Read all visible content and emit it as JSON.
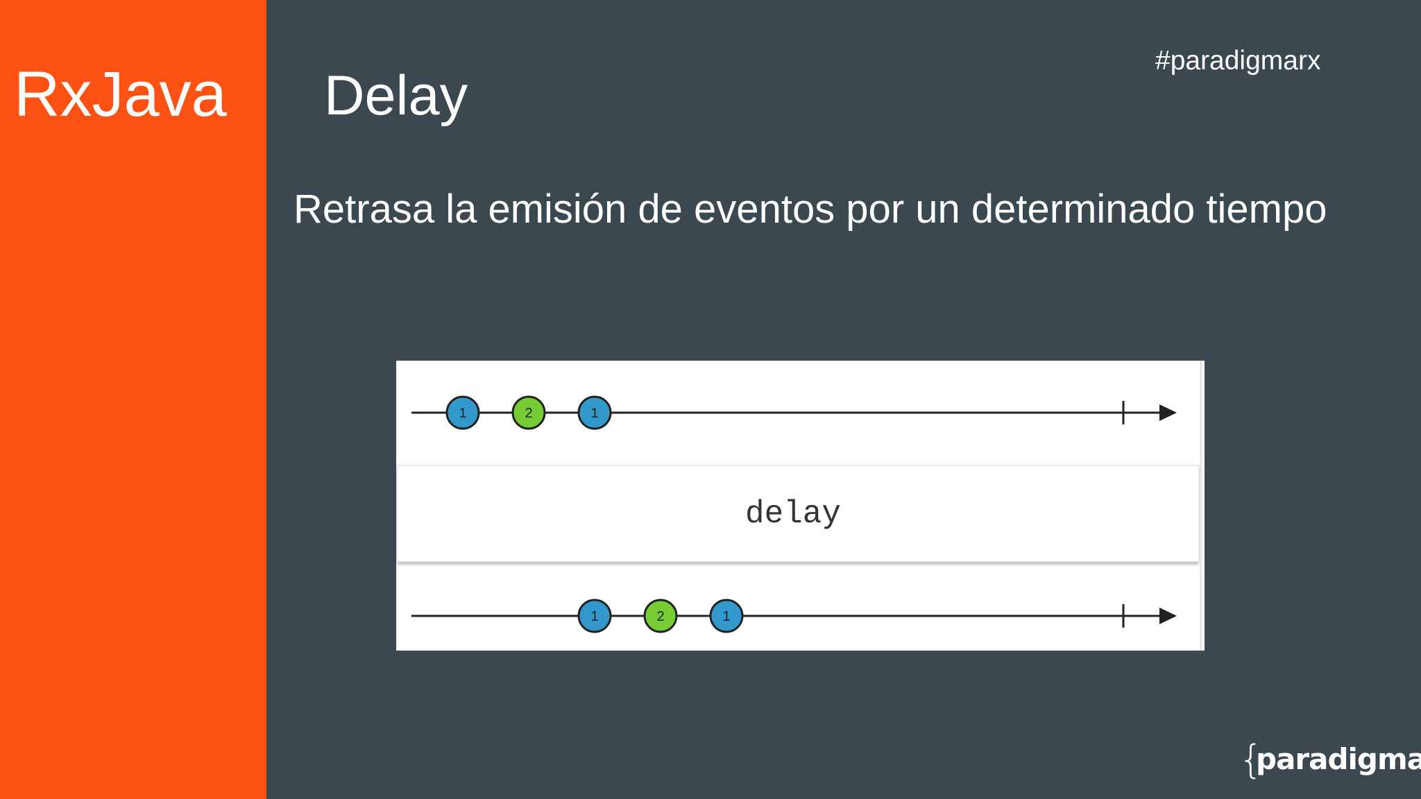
{
  "slide": {
    "sidebar_title": "RxJava",
    "title": "Delay",
    "hashtag": "#paradigmarx",
    "subtitle": "Retrasa la emisión de eventos por un determinado tiempo",
    "logo": "paradigma"
  },
  "diagram": {
    "operator_label": "delay",
    "input_stream": [
      {
        "label": "1",
        "color": "#3399cc"
      },
      {
        "label": "2",
        "color": "#77cc33"
      },
      {
        "label": "1",
        "color": "#3399cc"
      }
    ],
    "output_stream": [
      {
        "label": "1",
        "color": "#3399cc"
      },
      {
        "label": "2",
        "color": "#77cc33"
      },
      {
        "label": "1",
        "color": "#3399cc"
      }
    ]
  },
  "colors": {
    "sidebar": "#fe5215",
    "background": "#3c4850",
    "text": "#ffffff"
  }
}
